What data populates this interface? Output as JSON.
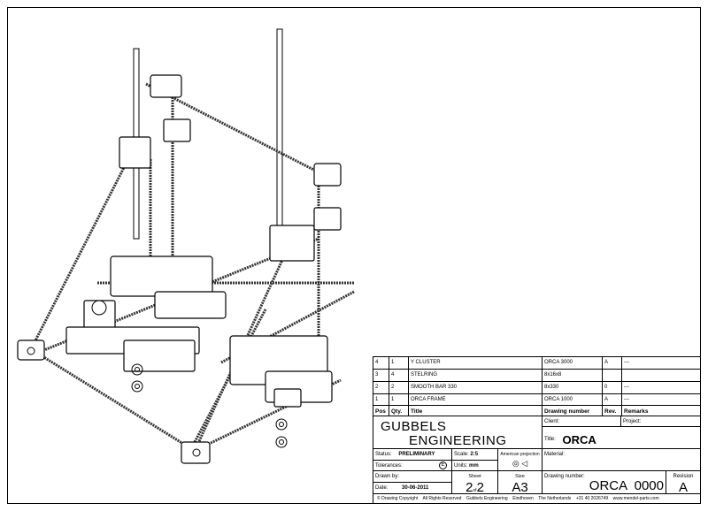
{
  "parts_table": {
    "headers": {
      "pos": "Pos",
      "qty": "Qty.",
      "title": "Title",
      "drawing_number": "Drawing number",
      "rev": "Rev.",
      "remarks": "Remarks"
    },
    "rows": [
      {
        "pos": "4",
        "qty": "1",
        "title": "Y CLUSTER",
        "drawing_number": "ORCA 3000",
        "rev": "A",
        "remarks": "---"
      },
      {
        "pos": "3",
        "qty": "4",
        "title": "STELRING",
        "drawing_number": "8x16x8",
        "rev": "",
        "remarks": ""
      },
      {
        "pos": "2",
        "qty": "2",
        "title": "SMOOTH BAR 330",
        "drawing_number": "8x330",
        "rev": "0",
        "remarks": "---"
      },
      {
        "pos": "1",
        "qty": "1",
        "title": "ORCA FRAME",
        "drawing_number": "ORCA 1000",
        "rev": "A",
        "remarks": "---"
      }
    ]
  },
  "title_block": {
    "company_line1": "GUBBELS",
    "company_line2": "ENGINEERING",
    "client_label": "Client:",
    "project_label": "Project:",
    "title_label": "Title:",
    "title": "ORCA",
    "status_label": "Status:",
    "status": "PRELIMINARY",
    "scale_label": "Scale:",
    "scale": "2:5",
    "projection_label": "American projection",
    "material_label": "Material:",
    "tolerances_label": "Tolerances:",
    "tolerances_symbol": "E",
    "units_label": "Units:",
    "units": "mm",
    "drawn_by_label": "Drawn by:",
    "date_label": "Date:",
    "date": "30-06-2011",
    "sheet_label": "Sheet",
    "sheet": "2",
    "sheet_of": "of",
    "sheet_total": "2",
    "size_label": "Size",
    "size": "A3",
    "drawing_number_label": "Drawing number:",
    "drawing_number": "ORCA  0000",
    "revision_label": "Revision",
    "revision": "A",
    "footer": "© Drawing Copyright    All Rights Reserved    Gubbels Engineering    Eindhoven    The Netherlands    +31 40 2026749    www.mendel-parts.com"
  }
}
